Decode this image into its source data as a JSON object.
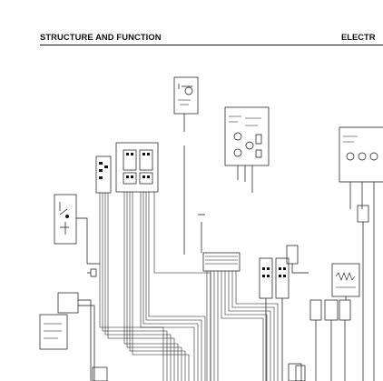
{
  "header": {
    "section_title": "STRUCTURE AND FUNCTION",
    "chapter_title": "ELECTR"
  },
  "diagram": {
    "type": "electrical wiring diagram"
  }
}
